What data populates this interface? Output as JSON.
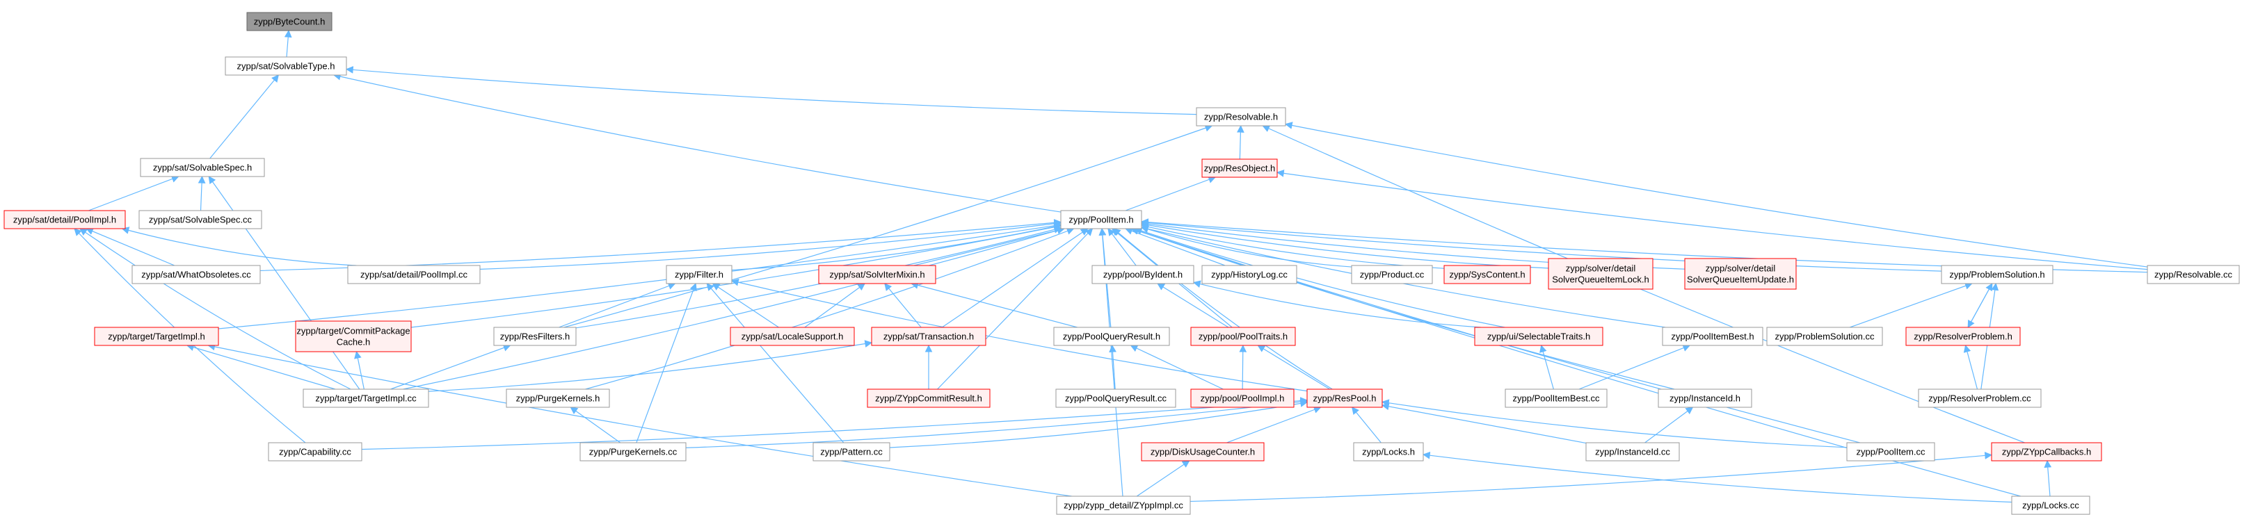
{
  "title": "",
  "colors": {
    "edge": "#63b8ff",
    "node_border": "#999999",
    "node_fill": "#ffffff",
    "text": "#000000",
    "red_border": "#ff0000",
    "red_fill": "#fff0f0",
    "root_fill": "#999999"
  },
  "nodes": [
    {
      "id": "bytecount",
      "label": "zypp/ByteCount.h",
      "style": "root"
    },
    {
      "id": "solvtype",
      "label": "zypp/sat/SolvableType.h",
      "style": "normal"
    },
    {
      "id": "resolvable_h",
      "label": "zypp/Resolvable.h",
      "style": "normal"
    },
    {
      "id": "resobject",
      "label": "zypp/ResObject.h",
      "style": "red"
    },
    {
      "id": "solvspec_h",
      "label": "zypp/sat/SolvableSpec.h",
      "style": "normal"
    },
    {
      "id": "poolimpl_sat",
      "label": "zypp/sat/detail/PoolImpl.h",
      "style": "red"
    },
    {
      "id": "solvspec_cc",
      "label": "zypp/sat/SolvableSpec.cc",
      "style": "normal"
    },
    {
      "id": "poolitem_h",
      "label": "zypp/PoolItem.h",
      "style": "normal"
    },
    {
      "id": "whatobs",
      "label": "zypp/sat/WhatObsoletes.cc",
      "style": "normal"
    },
    {
      "id": "poolimpl_cc",
      "label": "zypp/sat/detail/PoolImpl.cc",
      "style": "normal"
    },
    {
      "id": "filter",
      "label": "zypp/Filter.h",
      "style": "normal"
    },
    {
      "id": "solvitermixin",
      "label": "zypp/sat/SolvIterMixin.h",
      "style": "red"
    },
    {
      "id": "byident",
      "label": "zypp/pool/ByIdent.h",
      "style": "normal"
    },
    {
      "id": "historylog",
      "label": "zypp/HistoryLog.cc",
      "style": "normal"
    },
    {
      "id": "product",
      "label": "zypp/Product.cc",
      "style": "normal"
    },
    {
      "id": "syscontent",
      "label": "zypp/SysContent.h",
      "style": "red"
    },
    {
      "id": "sqilock",
      "label": "zypp/solver/detail\nSolverQueueItemLock.h",
      "style": "red"
    },
    {
      "id": "sqiupdate",
      "label": "zypp/solver/detail\nSolverQueueItemUpdate.h",
      "style": "red"
    },
    {
      "id": "probsol_h",
      "label": "zypp/ProblemSolution.h",
      "style": "normal"
    },
    {
      "id": "resolvable_cc",
      "label": "zypp/Resolvable.cc",
      "style": "normal"
    },
    {
      "id": "targetimpl_h",
      "label": "zypp/target/TargetImpl.h",
      "style": "red"
    },
    {
      "id": "commitpkg",
      "label": "zypp/target/CommitPackage\nCache.h",
      "style": "red"
    },
    {
      "id": "resfilters",
      "label": "zypp/ResFilters.h",
      "style": "normal"
    },
    {
      "id": "localesupport",
      "label": "zypp/sat/LocaleSupport.h",
      "style": "red"
    },
    {
      "id": "transaction",
      "label": "zypp/sat/Transaction.h",
      "style": "red"
    },
    {
      "id": "poolqueryresult_h",
      "label": "zypp/PoolQueryResult.h",
      "style": "normal"
    },
    {
      "id": "pooltraits",
      "label": "zypp/pool/PoolTraits.h",
      "style": "red"
    },
    {
      "id": "selectabletraits",
      "label": "zypp/ui/SelectableTraits.h",
      "style": "red"
    },
    {
      "id": "poolitembest_h",
      "label": "zypp/PoolItemBest.h",
      "style": "normal"
    },
    {
      "id": "probsol_cc",
      "label": "zypp/ProblemSolution.cc",
      "style": "normal"
    },
    {
      "id": "resolverproblem_h",
      "label": "zypp/ResolverProblem.h",
      "style": "red"
    },
    {
      "id": "targetimpl_cc",
      "label": "zypp/target/TargetImpl.cc",
      "style": "normal"
    },
    {
      "id": "purgekernels_h",
      "label": "zypp/PurgeKernels.h",
      "style": "normal"
    },
    {
      "id": "zyppcommitresult",
      "label": "zypp/ZYppCommitResult.h",
      "style": "red"
    },
    {
      "id": "poolqueryresult_cc",
      "label": "zypp/PoolQueryResult.cc",
      "style": "normal"
    },
    {
      "id": "poolimpl_pool",
      "label": "zypp/pool/PoolImpl.h",
      "style": "red"
    },
    {
      "id": "respool",
      "label": "zypp/ResPool.h",
      "style": "red"
    },
    {
      "id": "poolitembest_cc",
      "label": "zypp/PoolItemBest.cc",
      "style": "normal"
    },
    {
      "id": "instanceid_h",
      "label": "zypp/InstanceId.h",
      "style": "normal"
    },
    {
      "id": "resolverproblem_cc",
      "label": "zypp/ResolverProblem.cc",
      "style": "normal"
    },
    {
      "id": "capability",
      "label": "zypp/Capability.cc",
      "style": "normal"
    },
    {
      "id": "purgekernels_cc",
      "label": "zypp/PurgeKernels.cc",
      "style": "normal"
    },
    {
      "id": "pattern",
      "label": "zypp/Pattern.cc",
      "style": "normal"
    },
    {
      "id": "diskusage",
      "label": "zypp/DiskUsageCounter.h",
      "style": "red"
    },
    {
      "id": "locks_h",
      "label": "zypp/Locks.h",
      "style": "normal"
    },
    {
      "id": "instanceid_cc",
      "label": "zypp/InstanceId.cc",
      "style": "normal"
    },
    {
      "id": "poolitem_cc",
      "label": "zypp/PoolItem.cc",
      "style": "normal"
    },
    {
      "id": "zyppcallbacks",
      "label": "zypp/ZYppCallbacks.h",
      "style": "red"
    },
    {
      "id": "zyppimpl",
      "label": "zypp/zypp_detail/ZYppImpl.cc",
      "style": "normal"
    },
    {
      "id": "locks_cc",
      "label": "zypp/Locks.cc",
      "style": "normal"
    }
  ],
  "edges": [
    [
      "bytecount",
      "solvtype"
    ],
    [
      "solvtype",
      "resolvable_h"
    ],
    [
      "solvtype",
      "solvspec_h"
    ],
    [
      "solvtype",
      "poolitem_h"
    ],
    [
      "resolvable_h",
      "resobject"
    ],
    [
      "resolvable_h",
      "resfilters"
    ],
    [
      "resolvable_h",
      "resolvable_cc"
    ],
    [
      "resolvable_h",
      "zyppcallbacks"
    ],
    [
      "resobject",
      "poolitem_h"
    ],
    [
      "resobject",
      "resolvable_cc"
    ],
    [
      "solvspec_h",
      "poolimpl_sat"
    ],
    [
      "solvspec_h",
      "solvspec_cc"
    ],
    [
      "solvspec_h",
      "targetimpl_cc"
    ],
    [
      "poolimpl_sat",
      "poolimpl_cc"
    ],
    [
      "poolimpl_sat",
      "whatobs"
    ],
    [
      "poolimpl_sat",
      "targetimpl_cc"
    ],
    [
      "poolimpl_sat",
      "capability"
    ],
    [
      "poolitem_h",
      "whatobs"
    ],
    [
      "poolitem_h",
      "poolimpl_cc"
    ],
    [
      "poolitem_h",
      "filter"
    ],
    [
      "poolitem_h",
      "solvitermixin"
    ],
    [
      "poolitem_h",
      "byident"
    ],
    [
      "poolitem_h",
      "historylog"
    ],
    [
      "poolitem_h",
      "product"
    ],
    [
      "poolitem_h",
      "syscontent"
    ],
    [
      "poolitem_h",
      "sqilock"
    ],
    [
      "poolitem_h",
      "sqiupdate"
    ],
    [
      "poolitem_h",
      "probsol_h"
    ],
    [
      "poolitem_h",
      "resolvable_cc"
    ],
    [
      "poolitem_h",
      "targetimpl_h"
    ],
    [
      "poolitem_h",
      "commitpkg"
    ],
    [
      "poolitem_h",
      "resfilters"
    ],
    [
      "poolitem_h",
      "transaction"
    ],
    [
      "poolitem_h",
      "poolqueryresult_h"
    ],
    [
      "poolitem_h",
      "pooltraits"
    ],
    [
      "poolitem_h",
      "selectabletraits"
    ],
    [
      "poolitem_h",
      "poolitembest_h"
    ],
    [
      "poolitem_h",
      "targetimpl_cc"
    ],
    [
      "poolitem_h",
      "purgekernels_h"
    ],
    [
      "poolitem_h",
      "zyppcommitresult"
    ],
    [
      "poolitem_h",
      "respool"
    ],
    [
      "poolitem_h",
      "instanceid_h"
    ],
    [
      "poolitem_h",
      "poolitem_cc"
    ],
    [
      "poolitem_h",
      "zyppimpl"
    ],
    [
      "poolitem_h",
      "locks_cc"
    ],
    [
      "filter",
      "resfilters"
    ],
    [
      "filter",
      "localesupport"
    ],
    [
      "filter",
      "purgekernels_cc"
    ],
    [
      "filter",
      "pattern"
    ],
    [
      "filter",
      "respool"
    ],
    [
      "solvitermixin",
      "localesupport"
    ],
    [
      "solvitermixin",
      "transaction"
    ],
    [
      "solvitermixin",
      "poolqueryresult_h"
    ],
    [
      "byident",
      "pooltraits"
    ],
    [
      "byident",
      "selectabletraits"
    ],
    [
      "probsol_h",
      "probsol_cc"
    ],
    [
      "probsol_h",
      "resolverproblem_h"
    ],
    [
      "probsol_h",
      "resolverproblem_cc"
    ],
    [
      "resolverproblem_h",
      "probsol_h"
    ],
    [
      "resolverproblem_h",
      "resolverproblem_cc"
    ],
    [
      "targetimpl_h",
      "targetimpl_cc"
    ],
    [
      "targetimpl_h",
      "zyppimpl"
    ],
    [
      "commitpkg",
      "targetimpl_cc"
    ],
    [
      "resfilters",
      "targetimpl_cc"
    ],
    [
      "transaction",
      "zyppcommitresult"
    ],
    [
      "transaction",
      "targetimpl_cc"
    ],
    [
      "poolqueryresult_h",
      "poolqueryresult_cc"
    ],
    [
      "poolqueryresult_h",
      "poolimpl_pool"
    ],
    [
      "pooltraits",
      "poolimpl_pool"
    ],
    [
      "pooltraits",
      "respool"
    ],
    [
      "selectabletraits",
      "poolitembest_cc"
    ],
    [
      "poolitembest_h",
      "poolitembest_cc"
    ],
    [
      "purgekernels_h",
      "purgekernels_cc"
    ],
    [
      "instanceid_h",
      "instanceid_cc"
    ],
    [
      "respool",
      "capability"
    ],
    [
      "respool",
      "purgekernels_cc"
    ],
    [
      "respool",
      "pattern"
    ],
    [
      "respool",
      "diskusage"
    ],
    [
      "respool",
      "locks_h"
    ],
    [
      "respool",
      "instanceid_cc"
    ],
    [
      "respool",
      "poolitem_cc"
    ],
    [
      "diskusage",
      "zyppimpl"
    ],
    [
      "locks_h",
      "locks_cc"
    ],
    [
      "zyppcallbacks",
      "zyppimpl"
    ],
    [
      "zyppcallbacks",
      "locks_cc"
    ]
  ]
}
